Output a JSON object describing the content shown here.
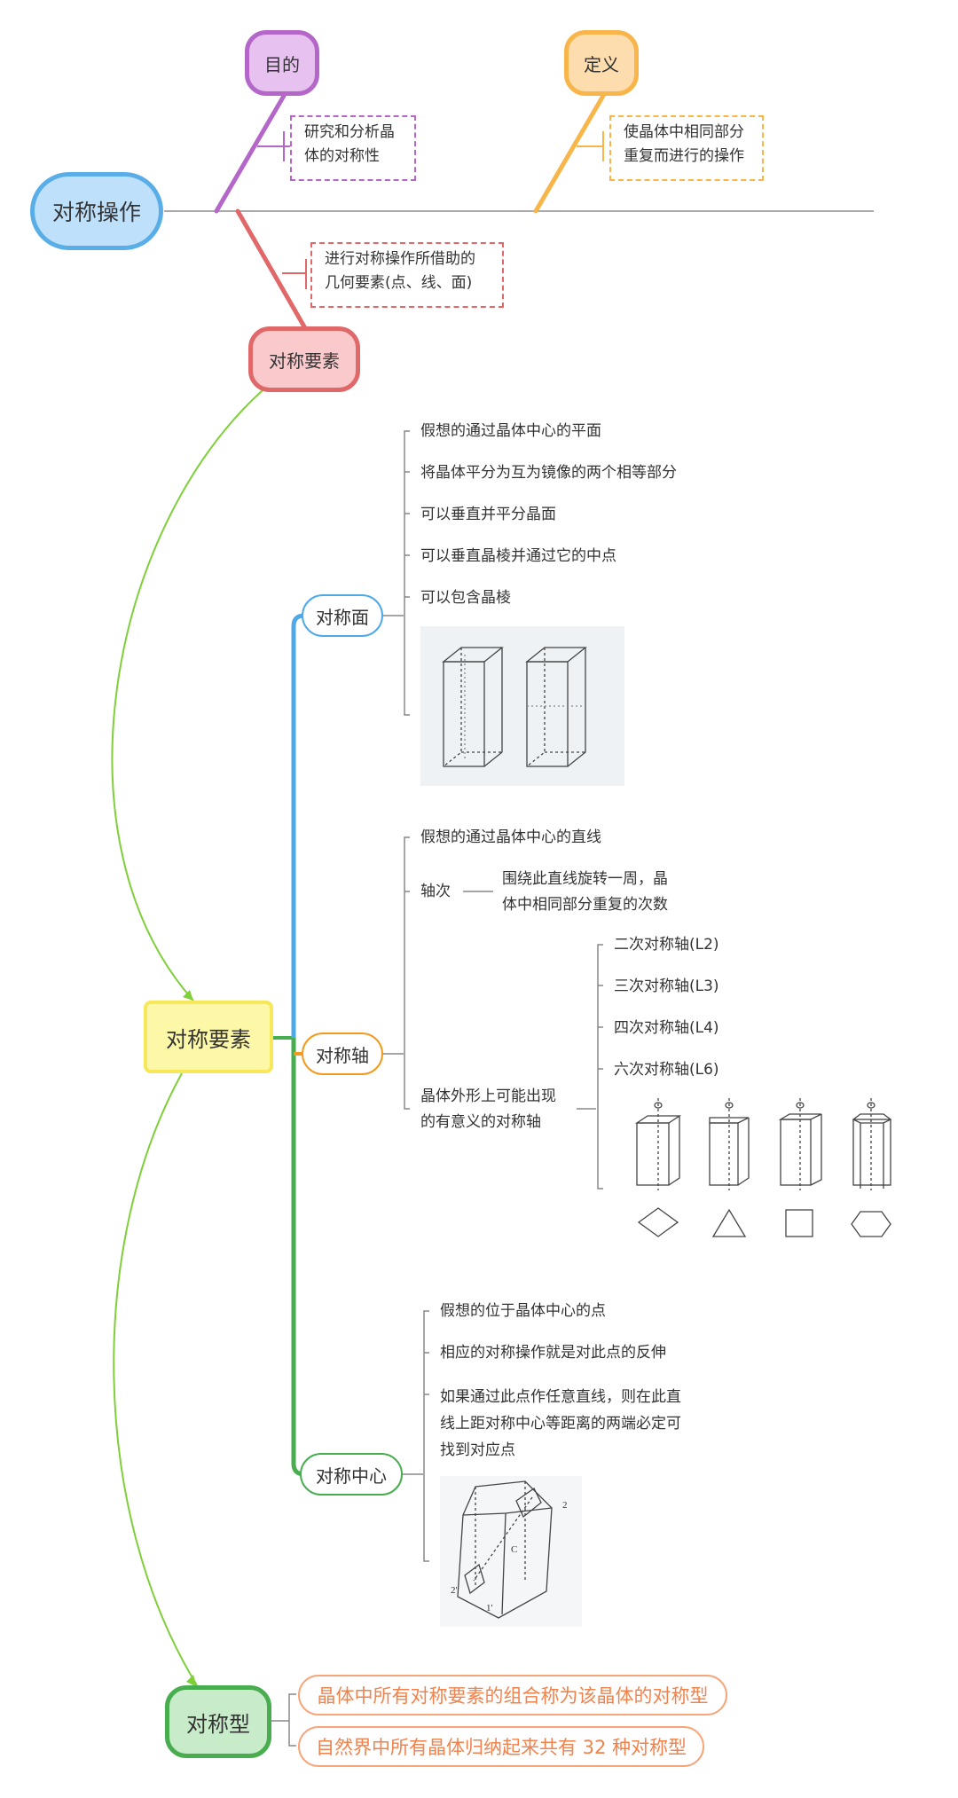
{
  "root": {
    "label": "对称操作"
  },
  "top_branches": {
    "purpose": {
      "label": "目的",
      "desc_line1": "研究和分析晶",
      "desc_line2": "体的对称性"
    },
    "definition": {
      "label": "定义",
      "desc_line1": "使晶体中相同部分",
      "desc_line2": "重复而进行的操作"
    },
    "elements": {
      "label": "对称要素",
      "desc_line1": "进行对称操作所借助的",
      "desc_line2": "几何要素(点、线、面)"
    }
  },
  "center": {
    "label": "对称要素"
  },
  "plane": {
    "label": "对称面",
    "items": [
      "假想的通过晶体中心的平面",
      "将晶体平分为互为镜像的两个相等部分",
      "可以垂直并平分晶面",
      "可以垂直晶棱并通过它的中点",
      "可以包含晶棱"
    ]
  },
  "axis": {
    "label": "对称轴",
    "item1": "假想的通过晶体中心的直线",
    "order_label": "轴次",
    "order_desc_line1": "围绕此直线旋转一周，晶",
    "order_desc_line2": "体中相同部分重复的次数",
    "possible_line1": "晶体外形上可能出现",
    "possible_line2": "的有意义的对称轴",
    "types": [
      "二次对称轴(L2)",
      "三次对称轴(L3)",
      "四次对称轴(L4)",
      "六次对称轴(L6)"
    ]
  },
  "center_sym": {
    "label": "对称中心",
    "item1": "假想的位于晶体中心的点",
    "item2": "相应的对称操作就是对此点的反伸",
    "item3_line1": "如果通过此点作任意直线，则在此直",
    "item3_line2": "线上距对称中心等距离的两端必定可",
    "item3_line3": "找到对应点",
    "fig_labels": {
      "top": "2",
      "center": "C",
      "left": "2'",
      "bottom": "1'"
    }
  },
  "sym_type": {
    "label": "对称型",
    "items": [
      "晶体中所有对称要素的组合称为该晶体的对称型",
      "自然界中所有晶体归纳起来共有 32 种对称型"
    ]
  },
  "colors": {
    "root": "#5aaee8",
    "purpose": "#b467c9",
    "definition": "#f7b54a",
    "elements": "#e06868",
    "center": "#f6e85a",
    "plane": "#4fa9e8",
    "axis": "#f39a1e",
    "center_sym": "#47ad4f",
    "sym_type": "#47ad4f",
    "curve": "#7fcf3a",
    "type_items": "#f0834d"
  }
}
